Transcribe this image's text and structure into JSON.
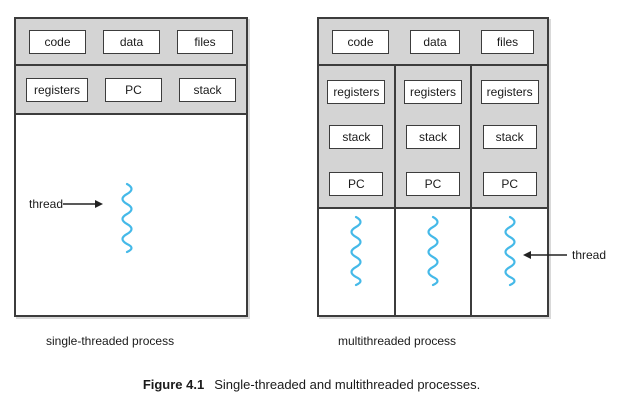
{
  "figure": {
    "label": "Figure 4.1",
    "caption": "Single-threaded and multithreaded processes."
  },
  "left_process": {
    "caption": "single-threaded process",
    "thread_label": "thread",
    "top_row": [
      "code",
      "data",
      "files"
    ],
    "state_row": [
      "registers",
      "PC",
      "stack"
    ]
  },
  "right_process": {
    "caption": "multithreaded process",
    "thread_label": "thread",
    "top_row": [
      "code",
      "data",
      "files"
    ],
    "threads": [
      {
        "cells": [
          "registers",
          "stack",
          "PC"
        ]
      },
      {
        "cells": [
          "registers",
          "stack",
          "PC"
        ]
      },
      {
        "cells": [
          "registers",
          "stack",
          "PC"
        ]
      }
    ]
  },
  "colors": {
    "panel_gray": "#d4d4d4",
    "line": "#3c3c3c",
    "thread_blue": "#45b9e8",
    "text": "#1a1a1a"
  }
}
